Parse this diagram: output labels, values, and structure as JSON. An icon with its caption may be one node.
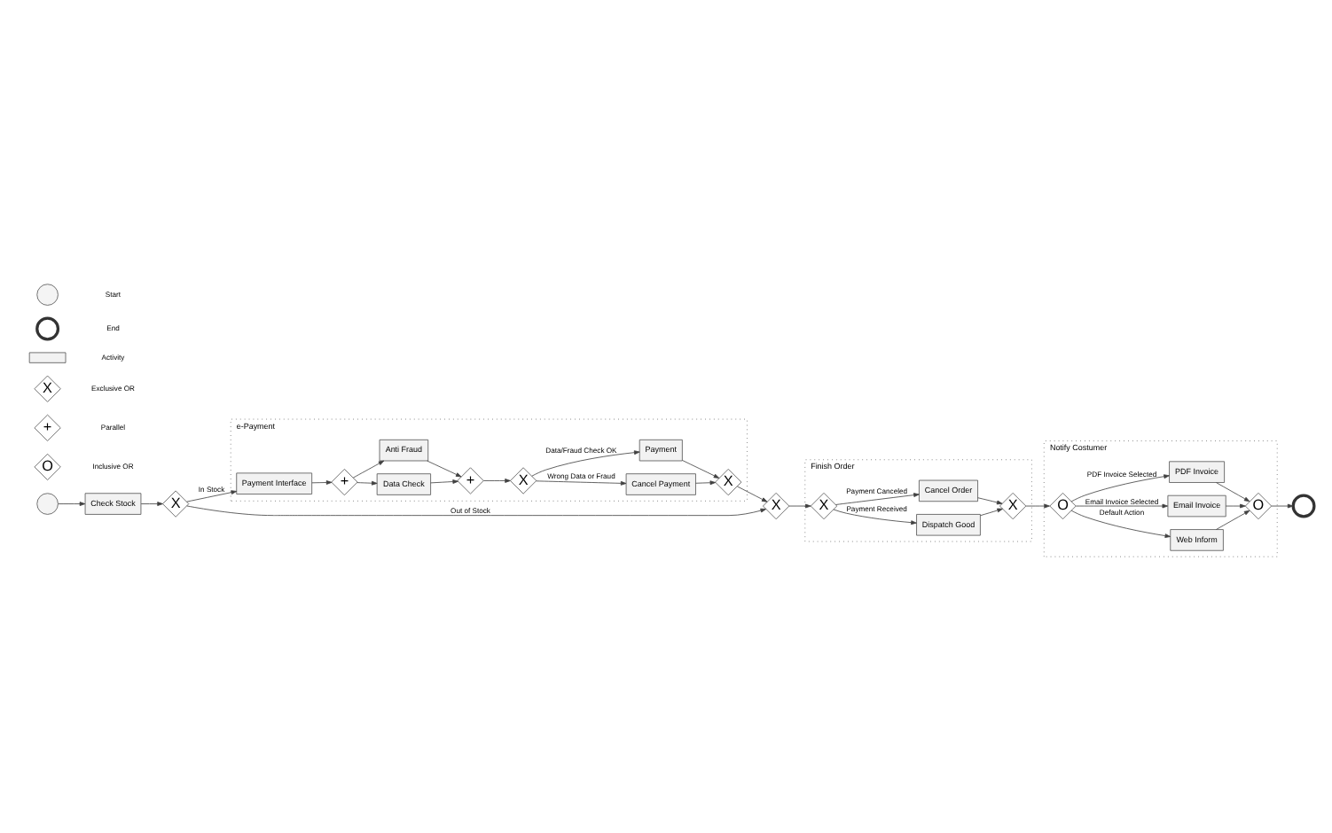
{
  "diagram": {
    "nodes": [
      {
        "text": [],
        "shape": "circle"
      },
      {
        "text": [
          "Check Stock"
        ]
      },
      {
        "text": [
          "X"
        ]
      },
      {
        "text": [
          "e-Payment"
        ]
      },
      {
        "text": [
          "Payment Interface"
        ],
        "in": 3
      },
      {
        "text": [
          "+"
        ],
        "in": 3
      },
      {
        "text": [
          "Data Check"
        ],
        "in": 3
      },
      {
        "text": [
          "Anti Fraud"
        ],
        "in": 3
      },
      {
        "text": [
          "+"
        ],
        "in": 3
      },
      {
        "text": [
          "X"
        ],
        "in": 3
      },
      {
        "text": [
          "Cancel Payment"
        ],
        "in": 3
      },
      {
        "text": [
          "Payment"
        ],
        "in": 3
      },
      {
        "text": [
          "X"
        ],
        "in": 3
      },
      {
        "text": [
          "X"
        ]
      },
      {
        "text": [
          "Finish Order"
        ]
      },
      {
        "text": [
          "X"
        ],
        "in": 14
      },
      {
        "text": [
          "Dispatch Good"
        ],
        "in": 14
      },
      {
        "text": [
          "Cancel Order"
        ],
        "in": 14
      },
      {
        "text": [
          "X"
        ],
        "in": 14
      },
      {
        "text": [
          "Notify Costumer"
        ]
      },
      {
        "text": [
          "O"
        ],
        "in": 19
      },
      {
        "text": [
          "Web Inform"
        ],
        "in": 19
      },
      {
        "text": [
          "Email Invoice"
        ],
        "in": 19
      },
      {
        "text": [
          "PDF Invoice"
        ],
        "in": 19
      },
      {
        "text": [
          "O"
        ],
        "in": 19
      },
      {
        "text": [],
        "shape": "circle"
      },
      {
        "text": [],
        "shape": "circle"
      },
      {
        "text": [],
        "shape": "circle"
      },
      {
        "text": [],
        "shape": "box"
      },
      {
        "text": [
          "X"
        ]
      },
      {
        "text": [
          "+"
        ]
      },
      {
        "text": [
          "O"
        ]
      }
    ],
    "edges": [
      {
        "from": 0,
        "to": 1,
        "arrow": "to"
      },
      {
        "from": 1,
        "to": 2,
        "arrow": "to"
      },
      {
        "from": 2,
        "to": 4,
        "arrow": "to",
        "label": "In Stock"
      },
      {
        "from": 2,
        "to": 13,
        "arrow": "to",
        "label": "Out of Stock"
      },
      {
        "from": 4,
        "to": 5,
        "arrow": "to"
      },
      {
        "from": 5,
        "to": 6,
        "arrow": "to"
      },
      {
        "from": 5,
        "to": 7,
        "arrow": "to"
      },
      {
        "from": 6,
        "to": 8,
        "arrow": "to"
      },
      {
        "from": 7,
        "to": 8,
        "arrow": "to"
      },
      {
        "from": 8,
        "to": 9,
        "arrow": "to"
      },
      {
        "from": 9,
        "to": 10,
        "arrow": "to",
        "label": "Wrong Data or Fraud"
      },
      {
        "from": 9,
        "to": 11,
        "arrow": "to",
        "label": "Data/Fraud Check OK"
      },
      {
        "from": 10,
        "to": 12,
        "arrow": "to"
      },
      {
        "from": 11,
        "to": 12,
        "arrow": "to"
      },
      {
        "from": 12,
        "to": 13,
        "arrow": "to"
      },
      {
        "from": 13,
        "to": 15,
        "arrow": "to"
      },
      {
        "from": 15,
        "to": 16,
        "arrow": "to",
        "label": "Payment Received"
      },
      {
        "from": 15,
        "to": 17,
        "arrow": "to",
        "label": "Payment Canceled"
      },
      {
        "from": 16,
        "to": 18,
        "arrow": "to"
      },
      {
        "from": 17,
        "to": 18,
        "arrow": "to"
      },
      {
        "from": 18,
        "to": 20,
        "arrow": "to"
      },
      {
        "from": 20,
        "to": 21,
        "arrow": "to",
        "label": "Default Action"
      },
      {
        "from": 20,
        "to": 22,
        "arrow": "to",
        "label": "Email Invoice Selected"
      },
      {
        "from": 20,
        "to": 23,
        "arrow": "to",
        "label": "PDF Invoice Selected"
      },
      {
        "from": 21,
        "to": 24,
        "arrow": "to"
      },
      {
        "from": 22,
        "to": 24,
        "arrow": "to"
      },
      {
        "from": 23,
        "to": 24,
        "arrow": "to"
      },
      {
        "from": 24,
        "to": 25,
        "arrow": "to"
      }
    ],
    "legend": [
      {
        "text": "Start"
      },
      {
        "text": "End"
      },
      {
        "text": "Activity"
      },
      {
        "text": "Exclusive OR"
      },
      {
        "text": "Parallel"
      },
      {
        "text": "Inclusive OR"
      }
    ]
  }
}
